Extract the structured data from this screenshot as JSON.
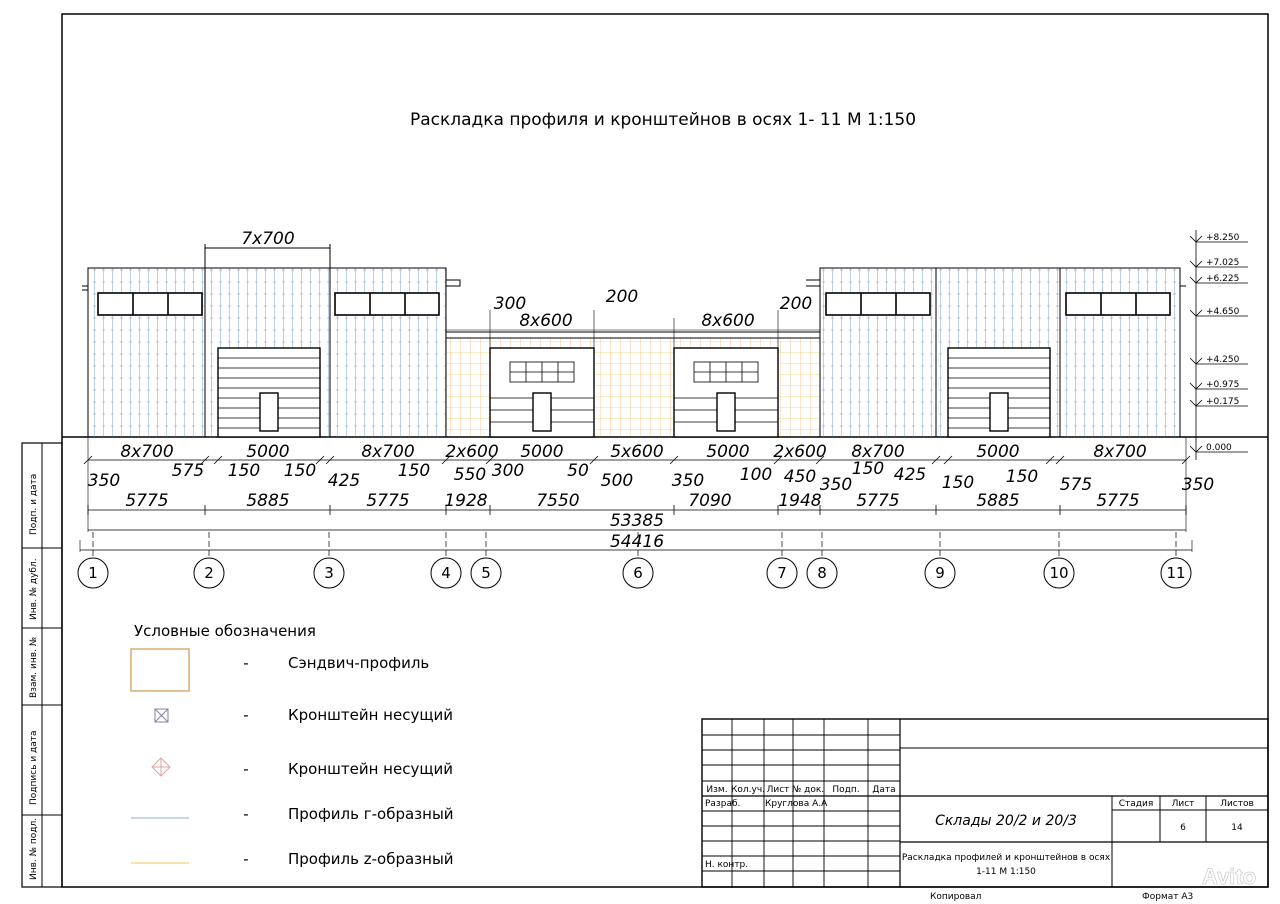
{
  "drawing": {
    "title": "Раскладка профиля и кронштейнов  в осях 1- 11 М 1:150"
  },
  "top_labels": {
    "group_7x700": "7x700",
    "d300": "300",
    "d200a": "200",
    "d200b": "200",
    "g8x600a": "8x600",
    "g8x600b": "8x600"
  },
  "elevations": [
    "+8.250",
    "+7.025",
    "+6.225",
    "+4.650",
    "+4.250",
    "+0.975",
    "+0.175",
    "0.000"
  ],
  "dim_row1": [
    "8x700",
    "5000",
    "8x700",
    "2x600",
    "5000",
    "5x600",
    "5000",
    "2x600",
    "8x700",
    "5000",
    "8x700"
  ],
  "dim_row2": [
    "350",
    "575",
    "150",
    "150",
    "425",
    "150",
    "550",
    "300",
    "50",
    "500",
    "350",
    "100",
    "450",
    "150",
    "350",
    "425",
    "150",
    "150",
    "575",
    "350"
  ],
  "dim_row3": [
    "5775",
    "5885",
    "5775",
    "1928",
    "7550",
    "7090",
    "1948",
    "5775",
    "5885",
    "5775"
  ],
  "total_inner": "53385",
  "total_outer": "54416",
  "axes": [
    "1",
    "2",
    "3",
    "4",
    "5",
    "6",
    "7",
    "8",
    "9",
    "10",
    "11"
  ],
  "legend": {
    "title": "Условные обозначения",
    "dash": "-",
    "items": [
      {
        "label": "Сэндвич-профиль",
        "icon": "sandwich-profile-swatch"
      },
      {
        "label": "Кронштейн несущий",
        "icon": "bracket-box-cross-icon"
      },
      {
        "label": "Кронштейн несущий",
        "icon": "bracket-diamond-icon"
      },
      {
        "label": "Профиль г-образный",
        "icon": "g-profile-line"
      },
      {
        "label": "Профиль z-образный",
        "icon": "z-profile-line"
      }
    ]
  },
  "side_stamp": [
    "Подп. и дата",
    "Инв. № дубл.",
    "Взам. инв. №",
    "Подпись и дата",
    "Инв. № подл."
  ],
  "title_block": {
    "headers": [
      "Изм.",
      "Кол.уч.",
      "Лист",
      "№ док.",
      "Подп.",
      "Дата"
    ],
    "razrab_label": "Разраб.",
    "razrab_name": "Круглова А.А",
    "nkontr_label": "Н. контр.",
    "project": "Склады 20/2  и 20/3",
    "sheet_title_l1": "Раскладка профилей и кронштейнов  в осях",
    "sheet_title_l2": "1-11 М 1:150",
    "stage_label": "Стадия",
    "sheet_label": "Лист",
    "sheets_label": "Листов",
    "sheet_no": "6",
    "sheets_total": "14",
    "copied": "Копировал",
    "format": "Формат  А3"
  },
  "watermark": "Avito",
  "colors": {
    "line": "#000000",
    "g_profile": "#9fc3dc",
    "z_profile": "#f0d47a",
    "sandwich": "#d9a46a",
    "bracket": "#9a8aa8",
    "bracket_diamond": "#e2a2a2"
  }
}
